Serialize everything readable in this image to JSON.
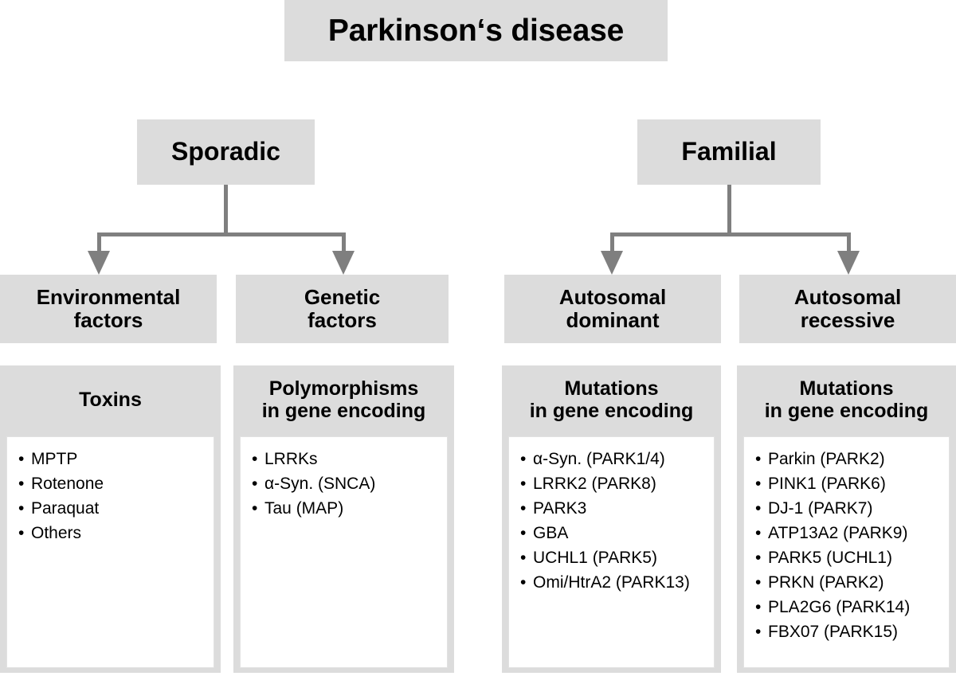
{
  "title": "Parkinson‘s disease",
  "level1": [
    {
      "label": "Sporadic"
    },
    {
      "label": "Familial"
    }
  ],
  "level2": [
    {
      "label": "Environmental\nfactors"
    },
    {
      "label": "Genetic\nfactors"
    },
    {
      "label": "Autosomal\ndominant"
    },
    {
      "label": "Autosomal\nrecessive"
    }
  ],
  "panels": [
    {
      "header": "Toxins",
      "items": [
        "MPTP",
        "Rotenone",
        "Paraquat",
        "Others"
      ]
    },
    {
      "header": "Polymorphisms\nin gene encoding",
      "items": [
        "LRRKs",
        "α-Syn. (SNCA)",
        "Tau (MAP)"
      ]
    },
    {
      "header": "Mutations\nin gene encoding",
      "items": [
        "α-Syn. (PARK1/4)",
        "LRRK2 (PARK8)",
        "PARK3",
        "GBA",
        "UCHL1 (PARK5)",
        "Omi/HtrA2 (PARK13)"
      ]
    },
    {
      "header": "Mutations\nin gene encoding",
      "items": [
        "Parkin (PARK2)",
        "PINK1 (PARK6)",
        "DJ-1 (PARK7)",
        "ATP13A2 (PARK9)",
        "PARK5 (UCHL1)",
        "PRKN (PARK2)",
        "PLA2G6 (PARK14)",
        "FBX07 (PARK15)"
      ]
    }
  ],
  "colors": {
    "box_fill": "#dcdcdc",
    "panel_body": "#ffffff",
    "connector": "#7f7f7f",
    "text": "#000000"
  }
}
